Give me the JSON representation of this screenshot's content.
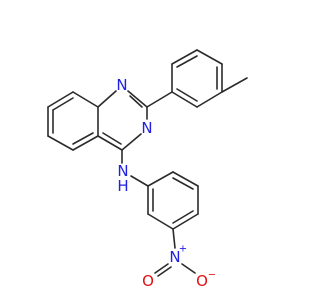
{
  "molecule": {
    "atom_labels": {
      "n1": "N",
      "n3": "N",
      "nh_n": "N",
      "nh_h": "H",
      "nitro_n": "N",
      "nitro_plus": "+",
      "o_left": "O",
      "o_right": "O",
      "o_minus": "−"
    },
    "colors": {
      "bond": "#2b2b2b",
      "nitrogen": "#2020e0",
      "oxygen": "#e01010"
    }
  }
}
